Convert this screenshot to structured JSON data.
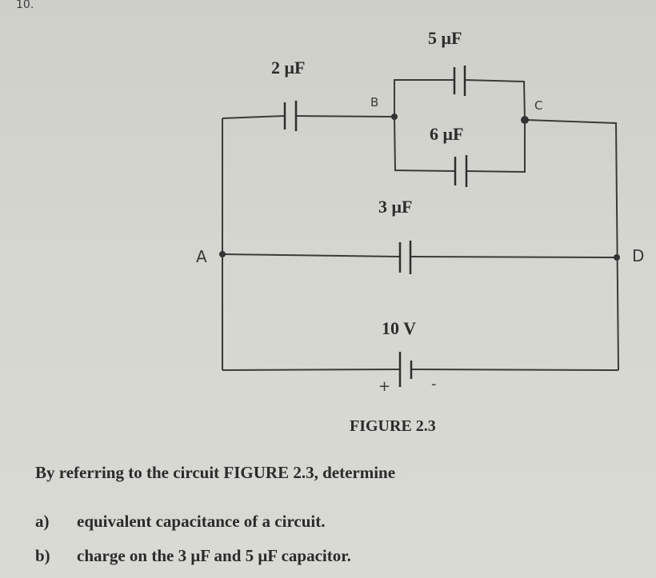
{
  "header_fragment": "10.",
  "diagram": {
    "capacitors": {
      "c2": "2 μF",
      "c5": "5 μF",
      "c6": "6 μF",
      "c3": "3 μF"
    },
    "battery": {
      "voltage": "10 V",
      "plus": "+",
      "minus": "-"
    },
    "nodes": {
      "a": "A",
      "b": "B",
      "c": "C",
      "d": "D"
    }
  },
  "caption": "FIGURE 2.3",
  "question": {
    "intro": "By referring to the circuit FIGURE 2.3, determine",
    "items": [
      {
        "letter": "a)",
        "text": "equivalent capacitance of a circuit."
      },
      {
        "letter": "b)",
        "text": "charge on the 3 μF and 5 μF capacitor."
      }
    ]
  }
}
